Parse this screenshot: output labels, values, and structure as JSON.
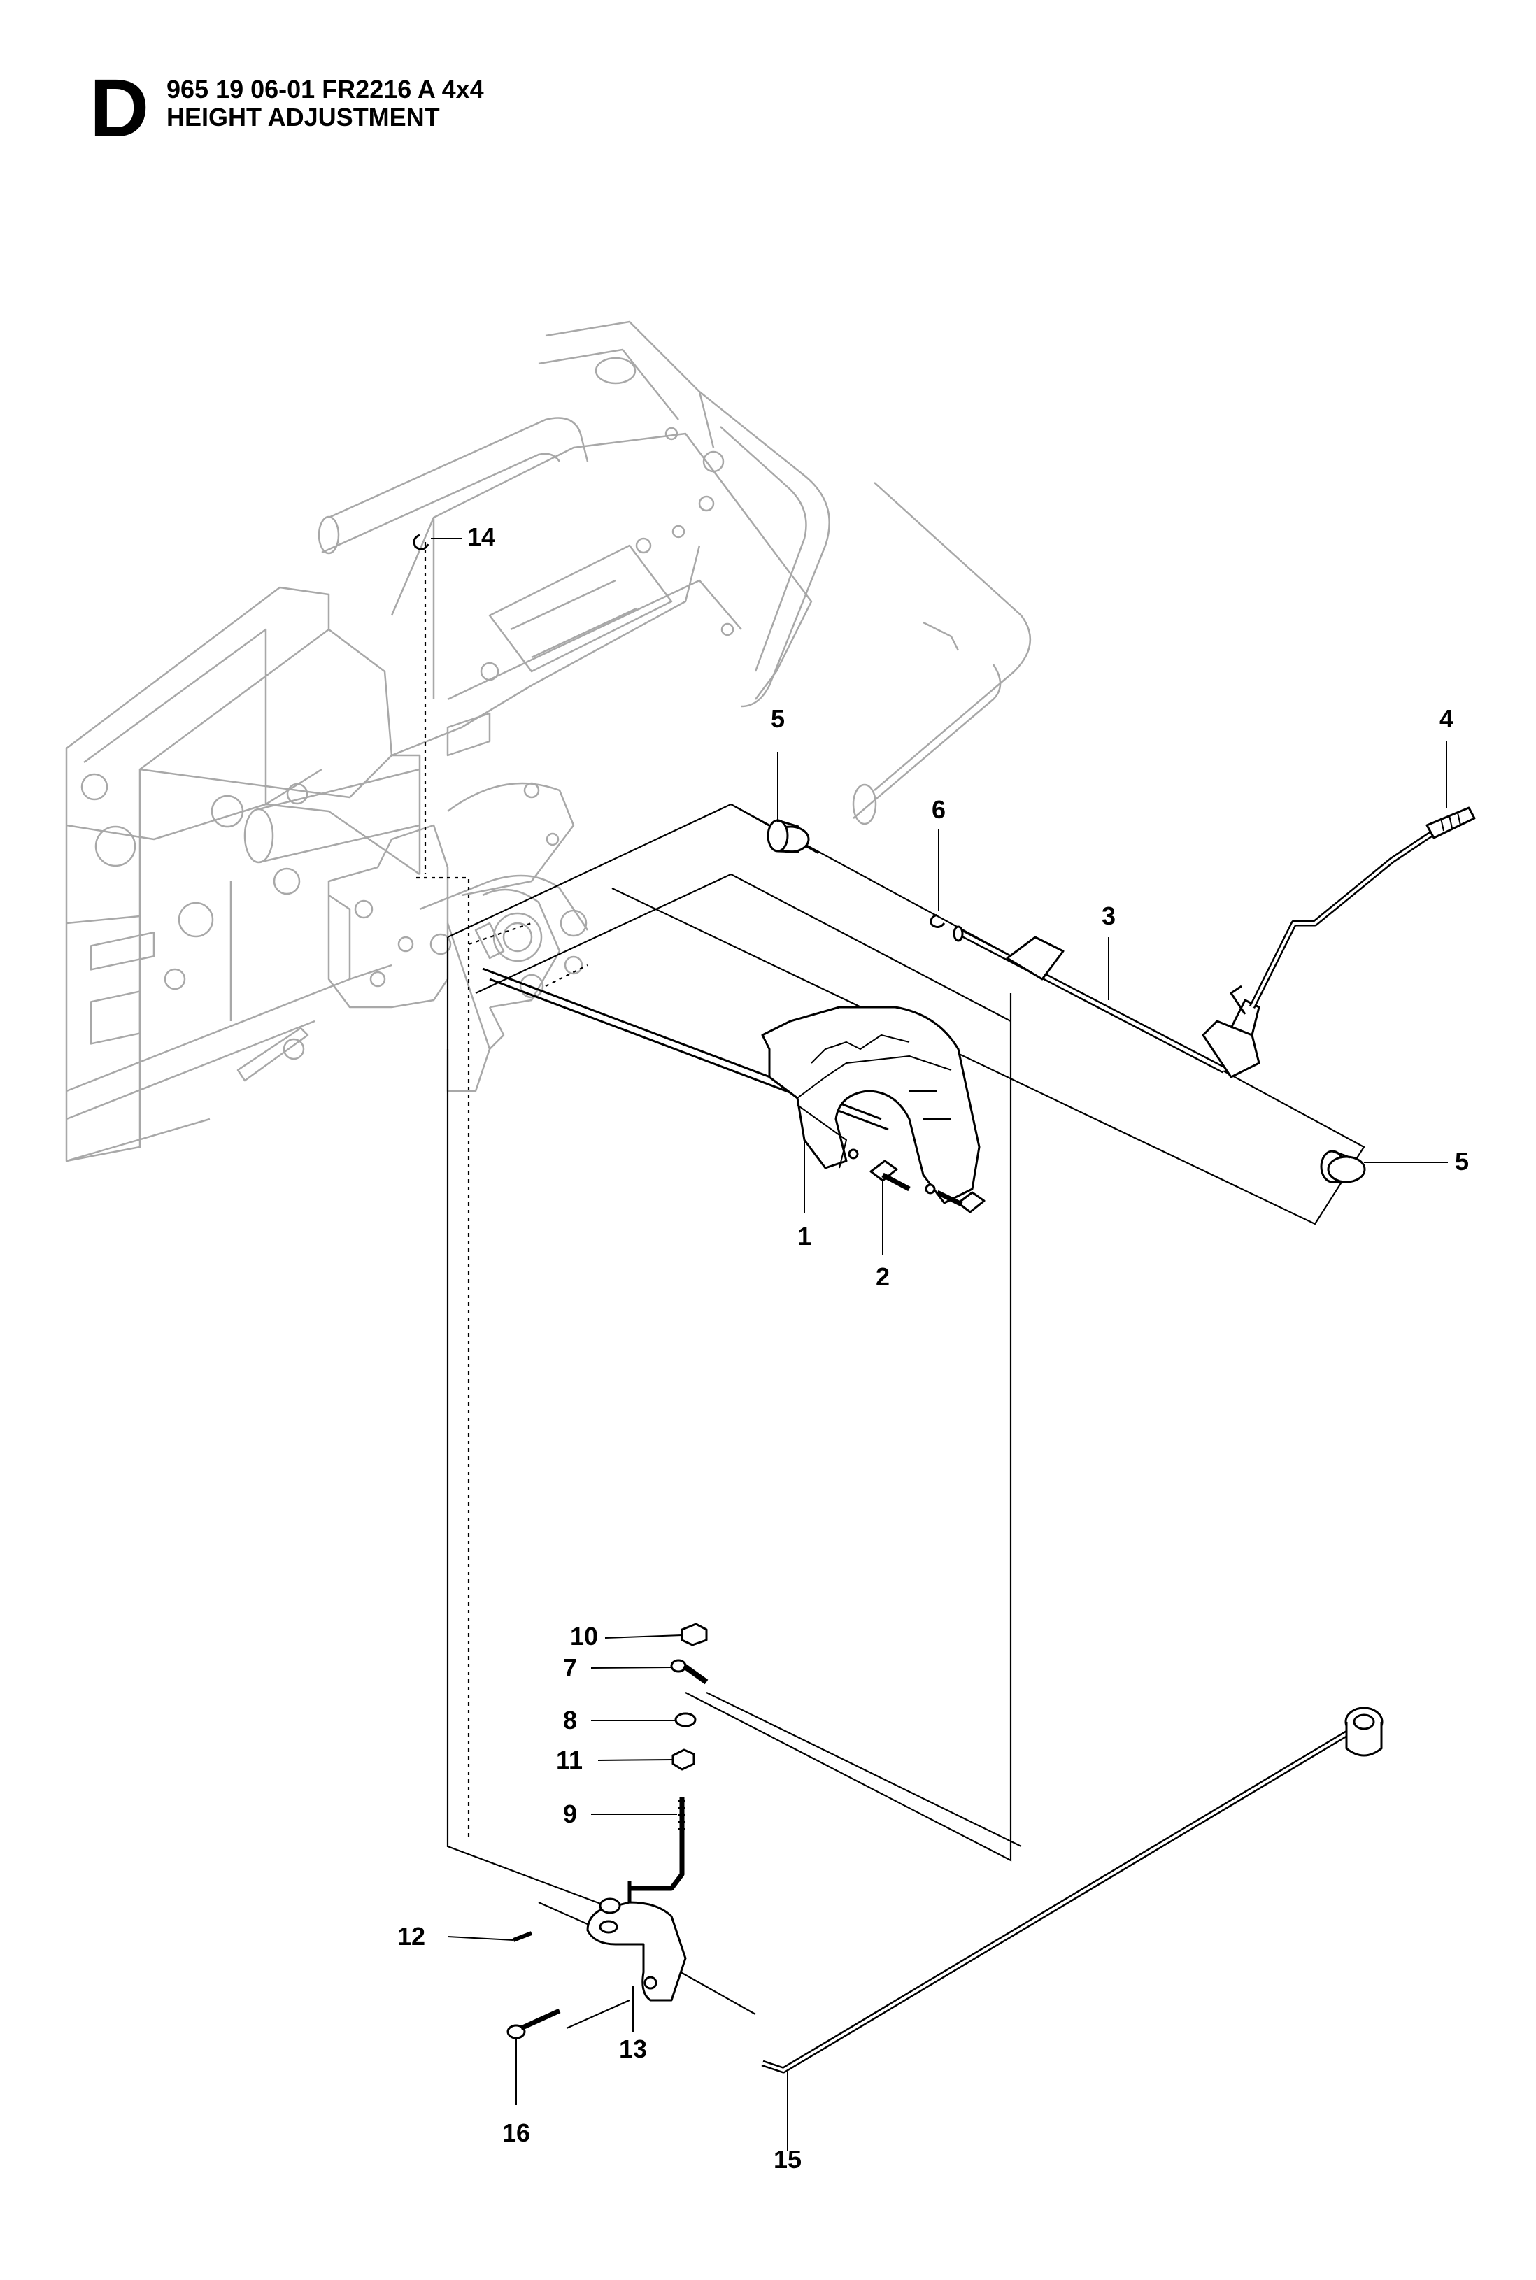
{
  "header": {
    "section_letter": "D",
    "model": "965 19 06-01 FR2216 A 4x4",
    "title": "HEIGHT ADJUSTMENT"
  },
  "callouts": [
    {
      "id": "c1",
      "label": "1"
    },
    {
      "id": "c2",
      "label": "2"
    },
    {
      "id": "c3",
      "label": "3"
    },
    {
      "id": "c4",
      "label": "4"
    },
    {
      "id": "c5a",
      "label": "5"
    },
    {
      "id": "c5b",
      "label": "5"
    },
    {
      "id": "c6",
      "label": "6"
    },
    {
      "id": "c7",
      "label": "7"
    },
    {
      "id": "c8",
      "label": "8"
    },
    {
      "id": "c9",
      "label": "9"
    },
    {
      "id": "c10",
      "label": "10"
    },
    {
      "id": "c11",
      "label": "11"
    },
    {
      "id": "c12",
      "label": "12"
    },
    {
      "id": "c13",
      "label": "13"
    },
    {
      "id": "c14",
      "label": "14"
    },
    {
      "id": "c15",
      "label": "15"
    },
    {
      "id": "c16",
      "label": "16"
    }
  ]
}
